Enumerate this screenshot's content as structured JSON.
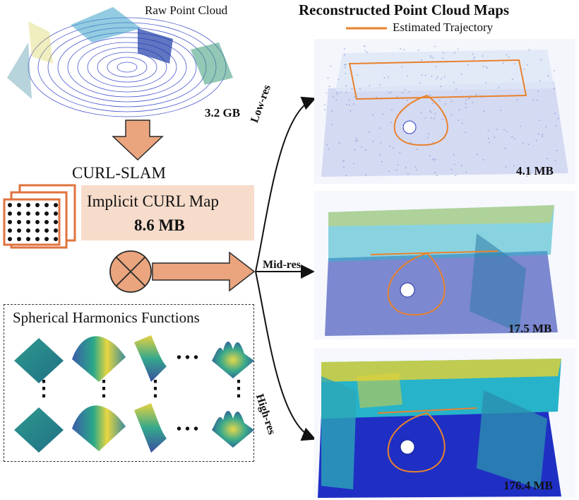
{
  "raw": {
    "title": "Raw Point Cloud",
    "size": "3.2 GB"
  },
  "slam": {
    "name": "CURL-SLAM"
  },
  "curl_map": {
    "title": "Implicit CURL Map",
    "size": "8.6 MB"
  },
  "sh": {
    "title": "Spherical Harmonics Functions",
    "ellipsis": "• • •",
    "vdots": "⋮"
  },
  "maps": {
    "title": "Reconstructed Point Cloud Maps",
    "legend_label": "Estimated Trajectory",
    "low": {
      "branch": "Low-res",
      "size": "4.1 MB"
    },
    "mid": {
      "branch": "Mid-res",
      "size": "17.5 MB"
    },
    "high": {
      "branch": "High-res",
      "size": "176.4 MB"
    }
  },
  "colors": {
    "arrow_fill": "#eaa57e",
    "arrow_stroke": "#2a2a2a",
    "box_fill": "#f7dccb",
    "grid_border": "#e0733f",
    "trajectory": "#e8822e",
    "floor_blue": "#2b3bc4",
    "wall_cyan": "#2fb5c9",
    "wall_yellow": "#e6d233"
  }
}
